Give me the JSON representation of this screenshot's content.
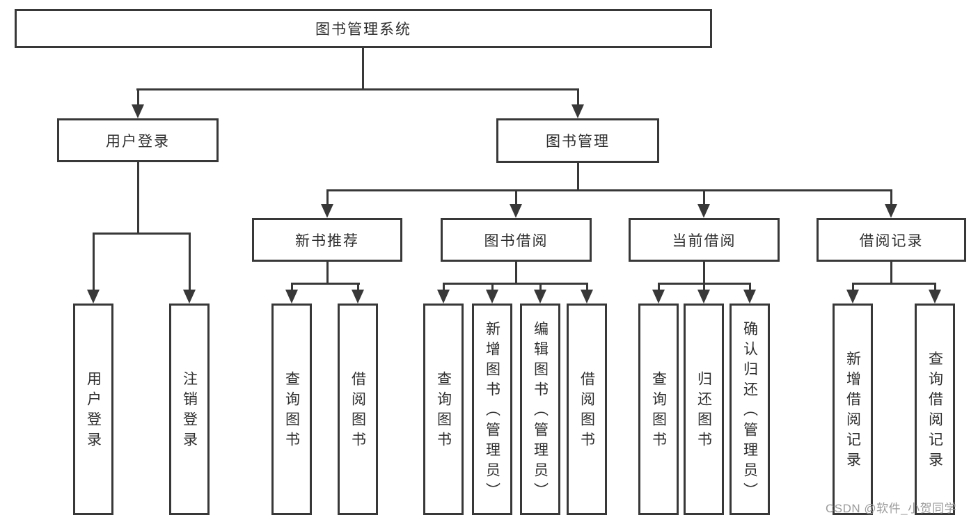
{
  "diagram": {
    "root": {
      "label": "图书管理系统"
    },
    "branches": [
      {
        "label": "用户登录",
        "children": [
          {
            "label": "用户登录"
          },
          {
            "label": "注销登录"
          }
        ]
      },
      {
        "label": "图书管理",
        "children": [
          {
            "label": "新书推荐",
            "children": [
              {
                "label": "查询图书"
              },
              {
                "label": "借阅图书"
              }
            ]
          },
          {
            "label": "图书借阅",
            "children": [
              {
                "label": "查询图书"
              },
              {
                "label": "新增图书（管理员）"
              },
              {
                "label": "编辑图书（管理员）"
              },
              {
                "label": "借阅图书"
              }
            ]
          },
          {
            "label": "当前借阅",
            "children": [
              {
                "label": "查询图书"
              },
              {
                "label": "归还图书"
              },
              {
                "label": "确认归还（管理员）"
              }
            ]
          },
          {
            "label": "借阅记录",
            "children": [
              {
                "label": "新增借阅记录"
              },
              {
                "label": "查询借阅记录"
              }
            ]
          }
        ]
      }
    ]
  },
  "watermark": {
    "text": "CSDN @软件_小贺同学"
  },
  "colors": {
    "line": "#383838",
    "box_border": "#383838",
    "box_background": "#ffffff",
    "text": "#2e2e2e",
    "watermark_text": "#9b9b9b"
  }
}
